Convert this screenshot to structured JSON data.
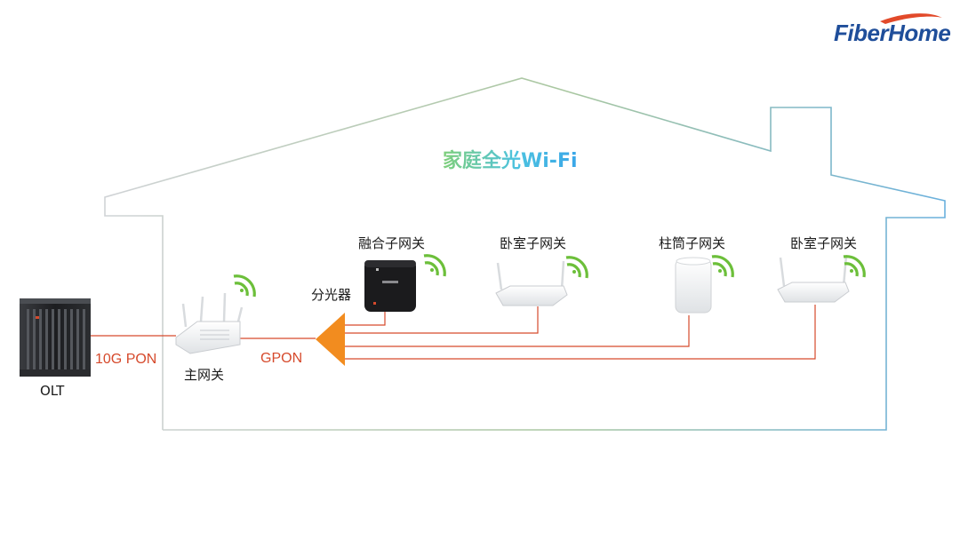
{
  "logo": {
    "text": "FiberHome",
    "color": "#1f4e9a",
    "swoosh_color": "#e24a2a"
  },
  "title": "家庭全光Wi-Fi",
  "devices": {
    "olt": {
      "label": "OLT"
    },
    "main_gateway": {
      "label": "主网关"
    },
    "splitter": {
      "label": "分光器"
    },
    "fusion_sub_gateway": {
      "label": "融合子网关"
    },
    "bedroom_sub_gateway_1": {
      "label": "卧室子网关"
    },
    "cylinder_sub_gateway": {
      "label": "柱筒子网关"
    },
    "bedroom_sub_gateway_2": {
      "label": "卧室子网关"
    }
  },
  "links": {
    "olt_to_main": "10G PON",
    "main_to_splitter": "GPON"
  },
  "colors": {
    "fiber": "#d64a2c",
    "splitter": "#f28c1f",
    "wifi": "#6cbf3a",
    "house_left": "#c9ccd0",
    "house_right": "#6ab0dd"
  }
}
